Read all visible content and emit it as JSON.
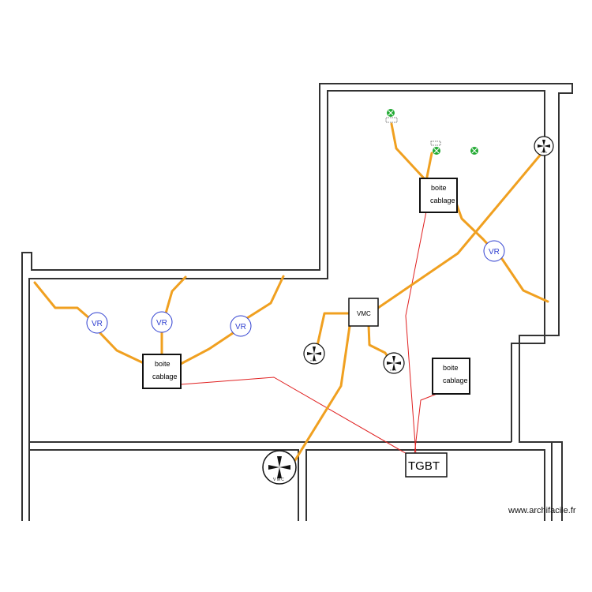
{
  "labels": {
    "vr": "VR",
    "boite_line1": "boite",
    "boite_line2": "cablage",
    "vmc_box": "VMC",
    "vmc_fan_text": "V M C",
    "tgbt": "TGBT"
  },
  "watermark": "www.archifacile.fr",
  "colors": {
    "wiring": "#f0a020",
    "power_line": "#e02020",
    "vr_symbol": "#2f3fd0",
    "light_symbol": "#22aa33",
    "walls": "#333333"
  },
  "symbols": {
    "fan_icon": "fan-icon",
    "vr_icon": "roller-shutter-icon",
    "light_icon": "ceiling-light-icon"
  }
}
